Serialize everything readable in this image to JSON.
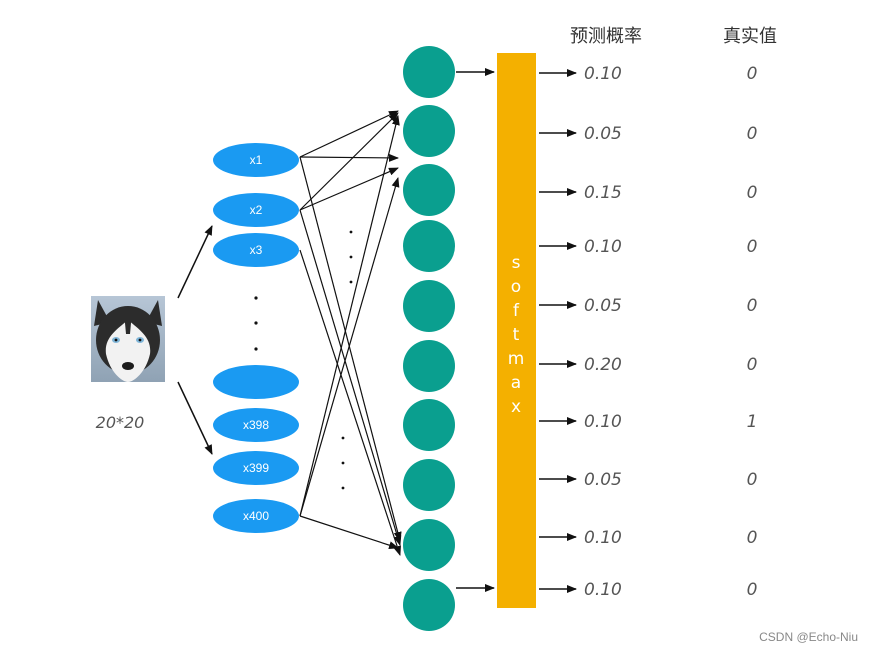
{
  "colors": {
    "input_node": "#1a9af2",
    "hidden_node": "#0a9f8f",
    "softmax_bar": "#f4b000",
    "arrow": "#111111"
  },
  "input_image": {
    "icon": "husky-dog-photo",
    "caption": "20*20"
  },
  "input_nodes": [
    {
      "label": "x1"
    },
    {
      "label": "x2"
    },
    {
      "label": "x3"
    },
    {
      "label": ""
    },
    {
      "label": "x398"
    },
    {
      "label": "x399"
    },
    {
      "label": "x400"
    }
  ],
  "softmax": {
    "label": "softmax"
  },
  "headers": {
    "predicted": "预测概率",
    "actual": "真实值"
  },
  "outputs": [
    {
      "predicted": "0.10",
      "actual": "0"
    },
    {
      "predicted": "0.05",
      "actual": "0"
    },
    {
      "predicted": "0.15",
      "actual": "0"
    },
    {
      "predicted": "0.10",
      "actual": "0"
    },
    {
      "predicted": "0.05",
      "actual": "0"
    },
    {
      "predicted": "0.20",
      "actual": "0"
    },
    {
      "predicted": "0.10",
      "actual": "1"
    },
    {
      "predicted": "0.05",
      "actual": "0"
    },
    {
      "predicted": "0.10",
      "actual": "0"
    },
    {
      "predicted": "0.10",
      "actual": "0"
    }
  ],
  "watermark": "CSDN @Echo-Niu"
}
